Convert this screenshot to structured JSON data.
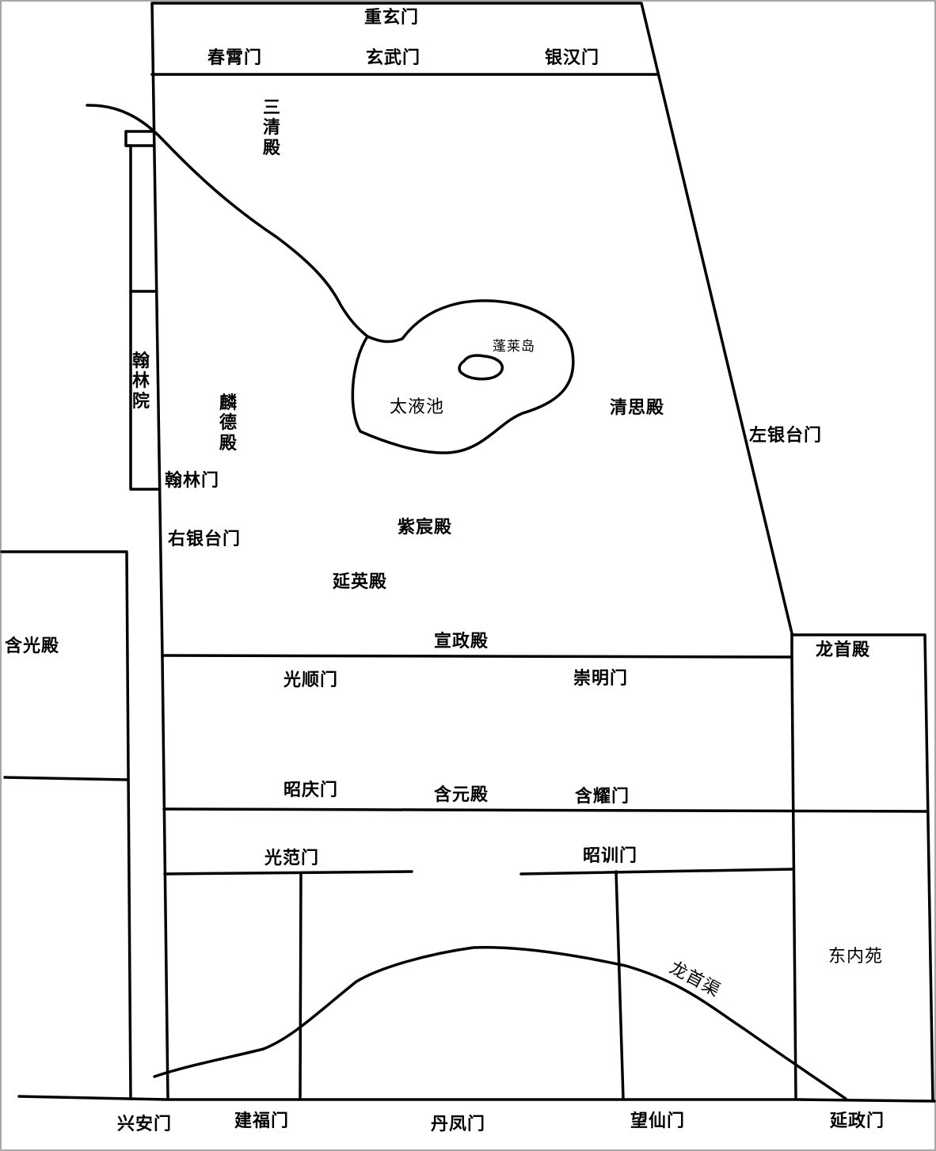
{
  "labels": {
    "chongxuan_gate": "重玄门",
    "chunxiao_gate": "春霄门",
    "xuanwu_gate": "玄武门",
    "yinhan_gate": "银汉门",
    "sanqing_hall": "三清殿",
    "hanlin_academy": "翰林院",
    "linde_hall": "麟德殿",
    "hanlin_gate": "翰林门",
    "right_yintai_gate": "右银台门",
    "penglai_island": "蓬莱岛",
    "taiye_pond": "太液池",
    "qingsi_hall": "清思殿",
    "left_yintai_gate": "左银台门",
    "zichen_hall": "紫宸殿",
    "yanying_hall": "延英殿",
    "hanguang_hall": "含光殿",
    "xuanzheng_hall": "宣政殿",
    "longshou_hall": "龙首殿",
    "guangshun_gate": "光顺门",
    "chongming_gate": "崇明门",
    "zhaoqing_gate": "昭庆门",
    "hanyuan_hall": "含元殿",
    "hanyao_gate": "含耀门",
    "guangfan_gate": "光范门",
    "zhaoxun_gate": "昭训门",
    "longshou_canal": "龙首渠",
    "east_inner_garden": "东内苑",
    "xingan_gate": "兴安门",
    "jianfu_gate": "建福门",
    "danfeng_gate": "丹凤门",
    "wangxian_gate": "望仙门",
    "yanzheng_gate": "延政门"
  }
}
